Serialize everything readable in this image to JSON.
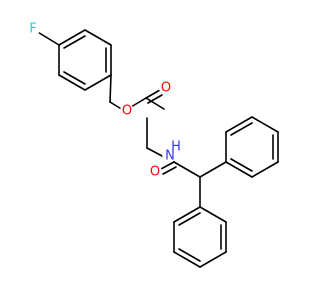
{
  "molecule": {
    "atoms": {
      "F": {
        "symbol": "F",
        "color": "#33cccc"
      },
      "O_ether": {
        "symbol": "O",
        "color": "#ff0000"
      },
      "O_ester_carbonyl": {
        "symbol": "O",
        "color": "#ff0000"
      },
      "N": {
        "symbol": "N",
        "color": "#3333ff"
      },
      "H_amide": {
        "symbol": "H",
        "color": "#3333ff"
      },
      "O_amide": {
        "symbol": "O",
        "color": "#ff0000"
      }
    },
    "bond_color": "#000000"
  }
}
